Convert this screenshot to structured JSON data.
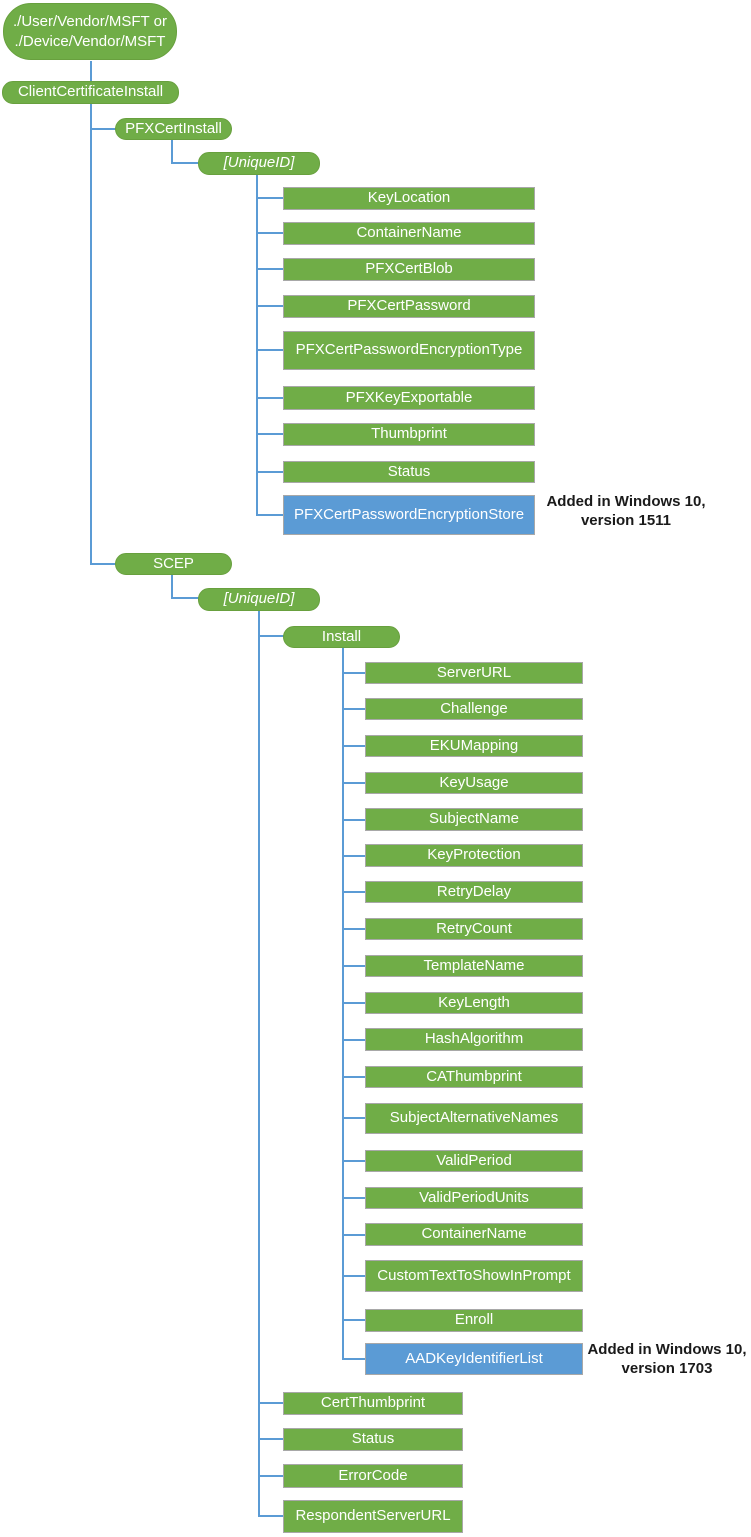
{
  "colors": {
    "green": "#70ad47",
    "blue": "#5b9bd5",
    "connector": "#5b9bd5"
  },
  "legend_note": "blue nodes carry an 'Added in Windows 10' annotation",
  "root": {
    "label_line1": "./User/Vendor/MSFT or",
    "label_line2": "./Device/Vendor/MSFT"
  },
  "client_certificate_install": {
    "label": "ClientCertificateInstall"
  },
  "pfx_cert_install": {
    "label": "PFXCertInstall",
    "unique_id": {
      "label": "[UniqueID]"
    },
    "leaves": [
      "KeyLocation",
      "ContainerName",
      "PFXCertBlob",
      "PFXCertPassword",
      "PFXCertPasswordEncryptionType",
      "PFXKeyExportable",
      "Thumbprint",
      "Status"
    ],
    "added_leaf": {
      "label": "PFXCertPasswordEncryptionStore",
      "annotation_line1": "Added in Windows 10,",
      "annotation_line2": "version 1511"
    }
  },
  "scep": {
    "label": "SCEP",
    "unique_id": {
      "label": "[UniqueID]"
    },
    "install": {
      "label": "Install",
      "leaves": [
        "ServerURL",
        "Challenge",
        "EKUMapping",
        "KeyUsage",
        "SubjectName",
        "KeyProtection",
        "RetryDelay",
        "RetryCount",
        "TemplateName",
        "KeyLength",
        "HashAlgorithm",
        "CAThumbprint",
        "SubjectAlternativeNames",
        "ValidPeriod",
        "ValidPeriodUnits",
        "ContainerName",
        "CustomTextToShowInPrompt",
        "Enroll"
      ],
      "added_leaf": {
        "label": "AADKeyIdentifierList",
        "annotation_line1": "Added in Windows 10,",
        "annotation_line2": "version 1703"
      }
    },
    "leaves": [
      "CertThumbprint",
      "Status",
      "ErrorCode",
      "RespondentServerURL"
    ]
  }
}
